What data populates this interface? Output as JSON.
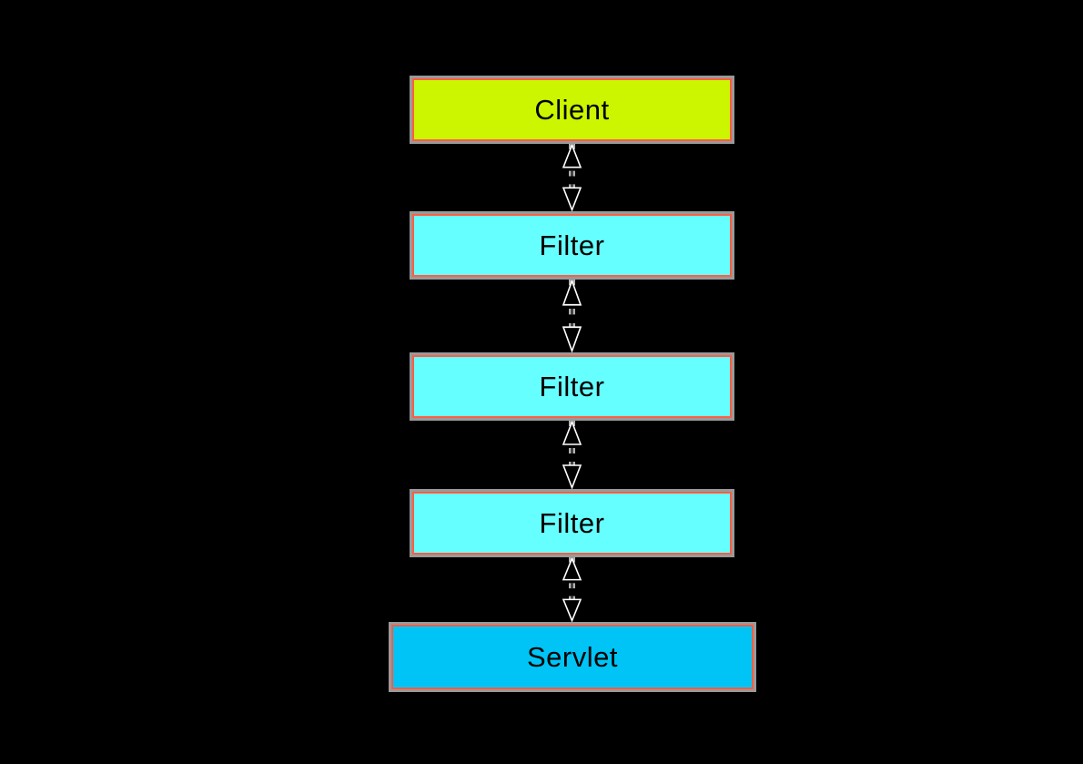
{
  "diagram": {
    "title": "servlet-filter-chain-diagram",
    "background_color": "#000000",
    "nodes": [
      {
        "id": "client",
        "label": "Client",
        "fill": "#ccf500",
        "role": "client"
      },
      {
        "id": "filter-1",
        "label": "Filter",
        "fill": "#66ffff",
        "role": "filter"
      },
      {
        "id": "filter-2",
        "label": "Filter",
        "fill": "#66ffff",
        "role": "filter"
      },
      {
        "id": "filter-3",
        "label": "Filter",
        "fill": "#66ffff",
        "role": "filter"
      },
      {
        "id": "servlet",
        "label": "Servlet",
        "fill": "#00c4f5",
        "role": "servlet"
      }
    ],
    "edges": [
      {
        "from": "client",
        "to": "filter-1",
        "direction": "both",
        "line_style": "dashed"
      },
      {
        "from": "filter-1",
        "to": "filter-2",
        "direction": "both",
        "line_style": "dashed"
      },
      {
        "from": "filter-2",
        "to": "filter-3",
        "direction": "both",
        "line_style": "dashed"
      },
      {
        "from": "filter-3",
        "to": "servlet",
        "direction": "both",
        "line_style": "dashed"
      }
    ],
    "colors": {
      "box_border_outer": "#999999",
      "box_border_inner": "#ff5e45",
      "arrowhead_fill": "#000000",
      "arrowhead_outline": "#ffffff",
      "dash_color": "#b0b0b0",
      "dash_core_color": "#1a1a1a",
      "text_color": "#000000"
    }
  }
}
